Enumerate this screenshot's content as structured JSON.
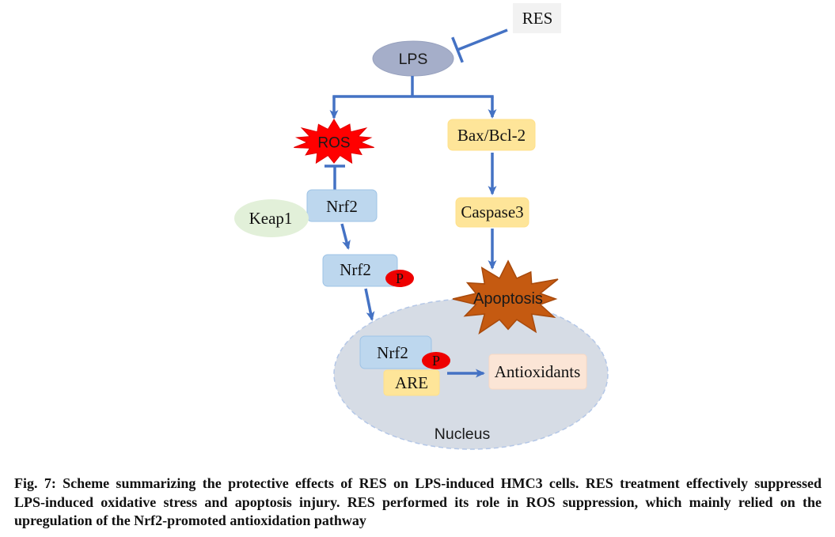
{
  "diagram": {
    "res": "RES",
    "lps": "LPS",
    "ros": "ROS",
    "bax_bcl2": "Bax/Bcl-2",
    "caspase3": "Caspase3",
    "apoptosis": "Apoptosis",
    "nrf2": "Nrf2",
    "keap1": "Keap1",
    "nrf2_phospho": "Nrf2",
    "phospho_tag": "P",
    "nucleus": {
      "label": "Nucleus",
      "nrf2": "Nrf2",
      "phospho_tag": "P",
      "are": "ARE",
      "antioxidants": "Antioxidants"
    }
  },
  "colors": {
    "arrow": "#4472c4",
    "res_box": "#f2f2f2",
    "lps": "#a5aec9",
    "ros": "#ff0000",
    "apoptosis": "#c55a11",
    "yellow_box": "#fee599",
    "nrf2_box": "#bdd7ee",
    "keap1": "#e2f0d9",
    "phospho": "#ee0000",
    "nucleus": "#d6dce5",
    "antioxidants_box": "#fbe5d6"
  },
  "caption": {
    "lines": [
      "Fig. 7: Scheme summarizing the protective effects of RES on LPS-induced HMC3 cells. RES treatment effectively suppressed",
      "LPS-induced oxidative stress and apoptosis injury. RES performed its role in ROS suppression, which mainly relied on the",
      "upregulation of the Nrf2-promoted antioxidation pathway"
    ]
  }
}
